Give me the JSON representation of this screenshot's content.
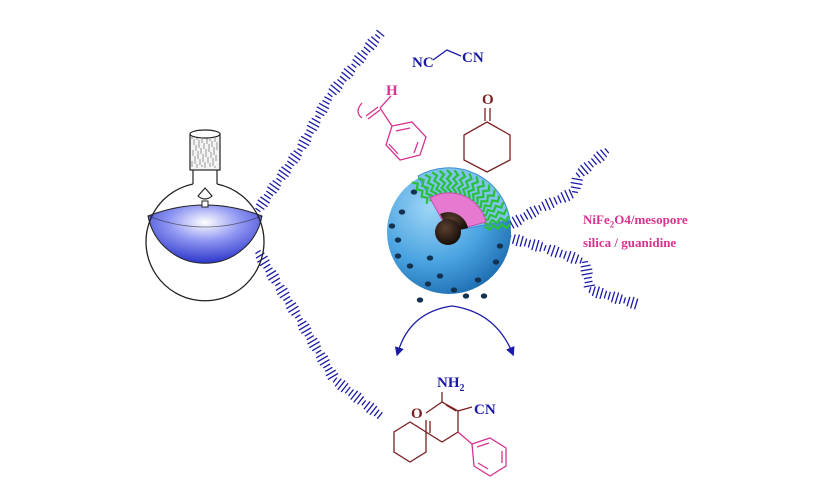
{
  "reagents": {
    "malononitrile": {
      "left_group": "NC",
      "right_group": "CN"
    },
    "benzaldehyde": {
      "aldehyde_h": "H"
    },
    "cyclohexanone": {
      "carbonyl_o": "O"
    }
  },
  "catalyst": {
    "line1_prefix": "NiFe",
    "line1_sub1": "2",
    "line1_mid": "O4/mesopore",
    "line2": "silica / guanidine"
  },
  "product": {
    "amino_group": "NH",
    "amino_sub": "2",
    "nitrile_group": "CN",
    "ring_oxygen": "O"
  },
  "colors": {
    "blue_text": "#1a1aa6",
    "pink": "#d6338f",
    "brown": "#7a1f1f",
    "arrow": "#1a1aa6",
    "flask_liquid": "#4a55e0",
    "sphere_shell": "#4aa3e0",
    "ligand": "#2bbf3a",
    "core_dark": "#2a1a10"
  },
  "icons": {
    "flask": "round-bottom-flask-icon",
    "nanoparticle": "core-shell-nanoparticle-icon"
  }
}
